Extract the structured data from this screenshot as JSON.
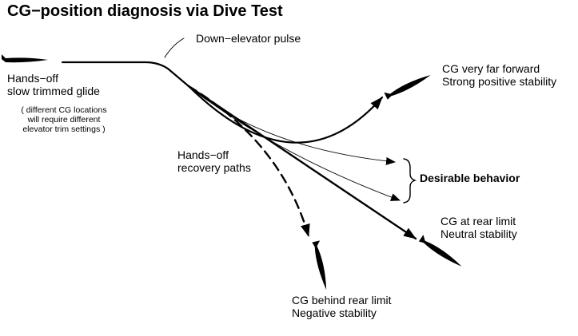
{
  "title": "CG−position diagnosis via Dive Test",
  "labels": {
    "pulse": "Down−elevator pulse",
    "glide_line1": "Hands−off",
    "glide_line2": "slow trimmed glide",
    "note_line1": "( different CG locations",
    "note_line2": "will require different",
    "note_line3": "elevator trim settings )",
    "recovery_line1": "Hands−off",
    "recovery_line2": "recovery paths",
    "forward_line1": "CG very far forward",
    "forward_line2": "Strong positive stability",
    "desirable": "Desirable behavior",
    "rear_line1": "CG at rear limit",
    "rear_line2": "Neutral stability",
    "behind_line1": "CG behind rear limit",
    "behind_line2": "Negative stability"
  },
  "colors": {
    "ink": "#000000",
    "background": "#ffffff"
  }
}
